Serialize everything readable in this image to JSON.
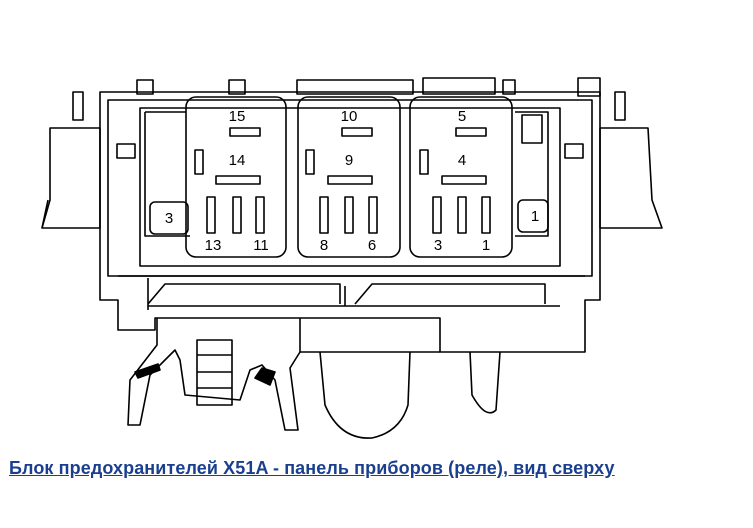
{
  "caption": "Блок предохранителей X51A - панель приборов (реле), вид сверху",
  "colors": {
    "line": "#000000",
    "caption": "#1a3f8f"
  },
  "relays": [
    {
      "top": "15",
      "middle": "14",
      "bottom_left": "13",
      "bottom_right": "11"
    },
    {
      "top": "10",
      "middle": "9",
      "bottom_left": "8",
      "bottom_right": "6"
    },
    {
      "top": "5",
      "middle": "4",
      "bottom_left": "3",
      "bottom_right": "1"
    }
  ],
  "side_pins": {
    "left": "3",
    "right": "1"
  }
}
